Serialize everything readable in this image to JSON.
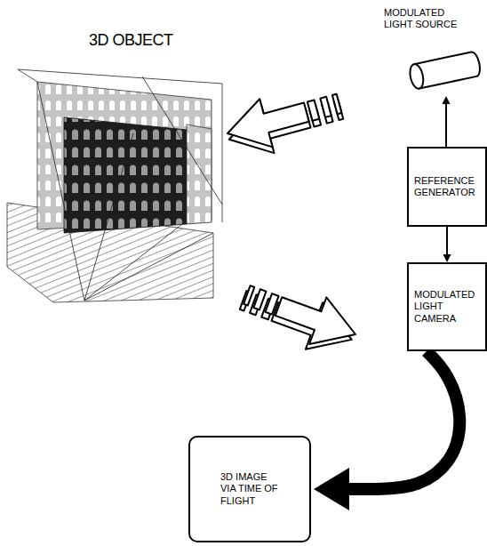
{
  "diagram": {
    "nodes": [
      {
        "text": [
          "MODULATED LIGHT SOURCE"
        ]
      },
      {
        "text": [
          "REFERENCE GENERATOR"
        ]
      },
      {
        "text": [
          "MODULATED LIGHT CAMERA"
        ]
      },
      {
        "text": [
          "3D IMAGE VIA TIME OF FLIGHT"
        ]
      }
    ],
    "edges": [
      {
        "from": 1,
        "to": 0,
        "arrow": "to"
      },
      {
        "from": 1,
        "to": 2,
        "arrow": "to"
      },
      {
        "from": 2,
        "to": 3,
        "arrow": "to"
      }
    ],
    "labels": [
      "3D OBJECT"
    ]
  }
}
